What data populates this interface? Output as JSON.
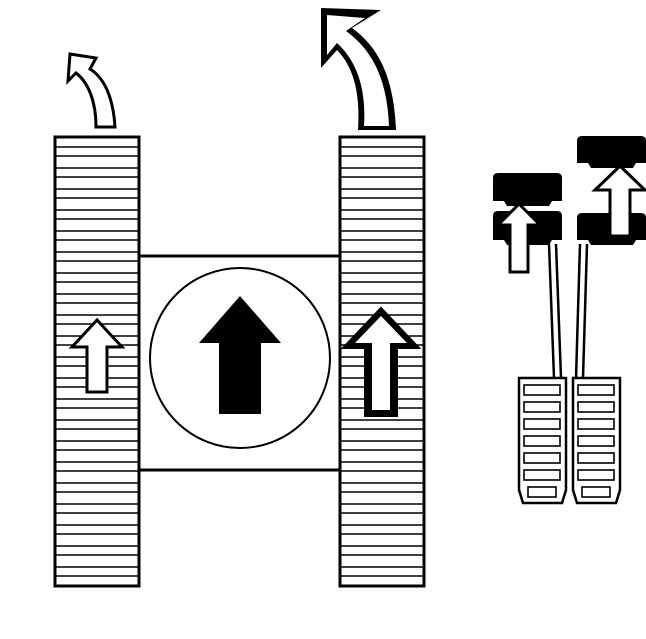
{
  "diagram": {
    "description_items": [],
    "colors": {
      "ink": "#000000",
      "paper": "#ffffff"
    },
    "icons": {
      "left_track_turn": "curved-arrow-up-left-icon",
      "right_track_turn": "curved-arrow-up-left-icon",
      "hull_direction": "arrow-up-icon",
      "track_direction": "arrow-up-icon",
      "lever_direction": "arrow-up-icon"
    },
    "state": {
      "left_track": "forward",
      "right_track": "forward",
      "vehicle": "forward",
      "left_lever": "forward",
      "right_lever": "forward"
    }
  }
}
